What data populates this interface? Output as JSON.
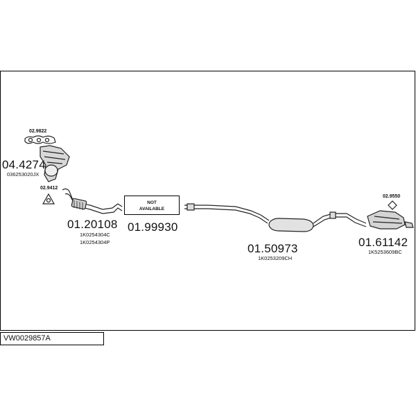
{
  "parts": {
    "manifold": {
      "number": "04.4274",
      "oe": "036253020JX"
    },
    "gasket_top": {
      "number": "02.9822"
    },
    "gasket_front": {
      "number": "02.9412"
    },
    "front_pipe": {
      "number": "01.20108",
      "oe_1": "1K0254304C",
      "oe_2": "1K0254304P"
    },
    "not_available": {
      "number": "01.99930",
      "label_1": "NOT",
      "label_2": "AVAILABLE"
    },
    "middle_silencer": {
      "number": "01.50973",
      "oe": "1K0253209CH"
    },
    "rear_silencer": {
      "number": "01.61142",
      "oe": "1K5253609BC",
      "gasket": "02.9550"
    }
  },
  "code": "VW0029857A"
}
